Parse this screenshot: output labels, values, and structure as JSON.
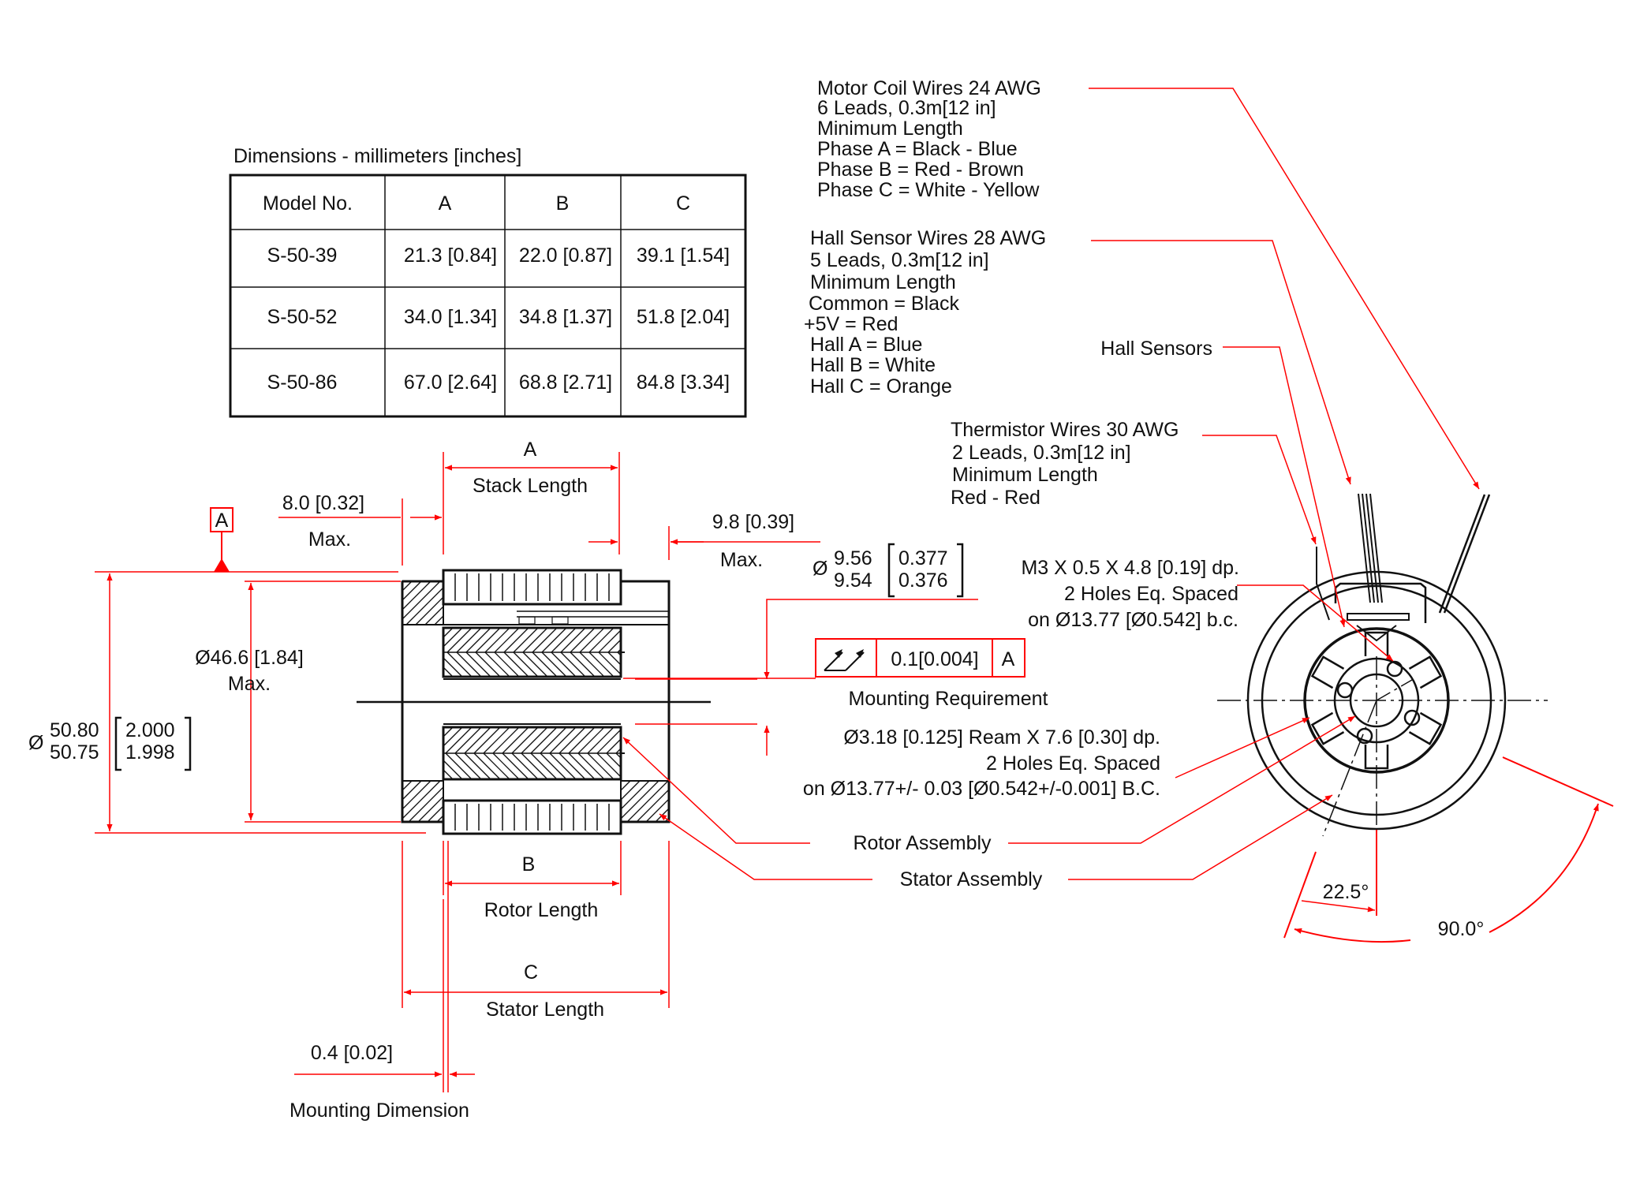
{
  "table": {
    "caption": "Dimensions - millimeters [inches]",
    "headers": [
      "Model No.",
      "A",
      "B",
      "C"
    ],
    "rows": [
      [
        "S-50-39",
        "21.3 [0.84]",
        "22.0 [0.87]",
        "39.1 [1.54]"
      ],
      [
        "S-50-52",
        "34.0 [1.34]",
        "34.8 [1.37]",
        "51.8 [2.04]"
      ],
      [
        "S-50-86",
        "67.0 [2.64]",
        "68.8 [2.71]",
        "84.8 [3.34]"
      ]
    ]
  },
  "notes": {
    "motor_coil": [
      "Motor Coil Wires  24 AWG",
      "6 Leads, 0.3m[12 in]",
      "Minimum Length",
      "Phase A = Black - Blue",
      "Phase B = Red - Brown",
      "Phase C = White - Yellow"
    ],
    "hall_wires": [
      "Hall Sensor Wires  28 AWG",
      "5 Leads, 0.3m[12 in]",
      "Minimum Length",
      "Common = Black",
      "+5V = Red",
      "Hall A = Blue",
      "Hall B = White",
      "Hall C = Orange"
    ],
    "hall_sensors": "Hall Sensors",
    "thermistor": [
      "Thermistor Wires 30 AWG",
      "2 Leads, 0.3m[12 in]",
      "Minimum Length",
      "Red - Red"
    ],
    "m3_holes": [
      "M3 X 0.5 X 4.8 [0.19] dp.",
      "2 Holes Eq. Spaced",
      "on Ø13.77 [Ø0.542] b.c."
    ],
    "ream_holes": [
      "Ø3.18 [0.125] Ream X 7.6 [0.30] dp.",
      "2 Holes Eq. Spaced",
      "on Ø13.77+/- 0.03 [Ø0.542+/-0.001] B.C."
    ],
    "rotor_assembly": "Rotor Assembly",
    "stator_assembly": "Stator Assembly",
    "mounting_requirement": "Mounting Requirement",
    "mounting_dimension": "Mounting Dimension"
  },
  "dimensions": {
    "a_letter": "A",
    "stack_length": "Stack Length",
    "b_letter": "B",
    "rotor_length": "Rotor Length",
    "c_letter": "C",
    "stator_length": "Stator Length",
    "left_offset": "8.0 [0.32]",
    "left_max": "Max.",
    "right_offset": "9.8 [0.39]",
    "right_max": "Max.",
    "mount_offset": "0.4 [0.02]",
    "inner_dia": "Ø46.6 [1.84]",
    "inner_max": "Max.",
    "outer_sym": "Ø",
    "outer_mm_hi": "50.80",
    "outer_mm_lo": "50.75",
    "outer_in_hi": "2.000",
    "outer_in_lo": "1.998",
    "shaft_sym": "Ø",
    "shaft_mm_hi": "9.56",
    "shaft_mm_lo": "9.54",
    "shaft_in_hi": "0.377",
    "shaft_in_lo": "0.376",
    "datum": "A",
    "fcf_tolerance": "0.1[0.004]",
    "fcf_datum": "A",
    "angle_small": "22.5°",
    "angle_large": "90.0°"
  },
  "colors": {
    "dimension": "#ff0000",
    "outline": "#111111"
  },
  "icons": {
    "fcf_symbol": "total-runout-icon",
    "datum_flag": "datum-triangle-icon"
  }
}
